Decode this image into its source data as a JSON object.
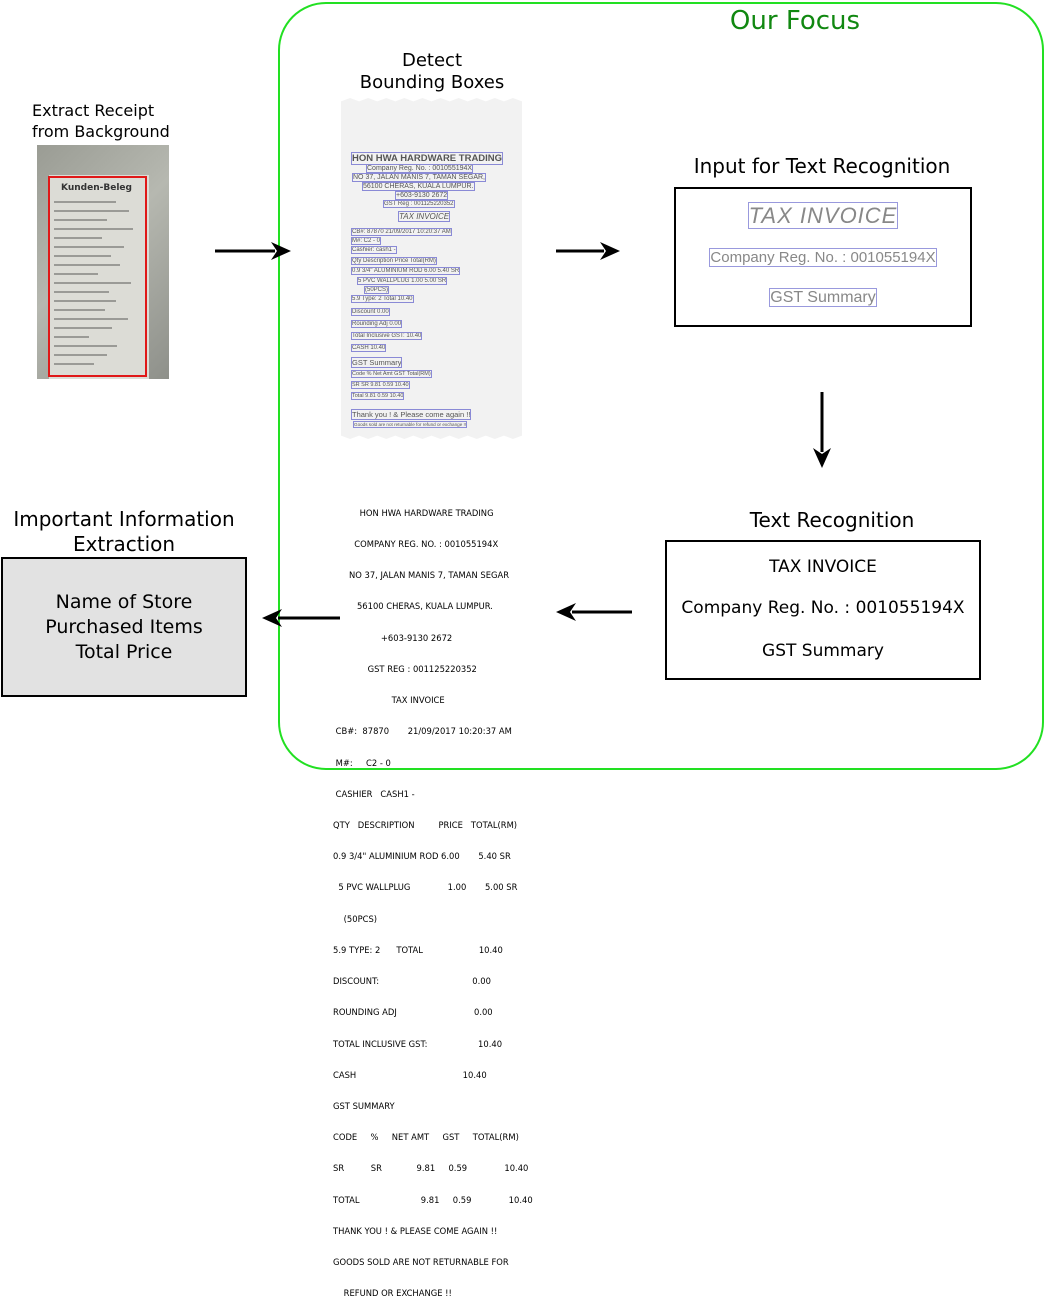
{
  "focus_title": "Our Focus",
  "step_extract_receipt": [
    "Extract Receipt",
    "from Background"
  ],
  "step_detect": [
    "Detect",
    "Bounding Boxes"
  ],
  "step_input_recognition": "Input for Text Recognition",
  "step_text_recognition": "Text Recognition",
  "step_important_info": [
    "Important Information",
    "Extraction"
  ],
  "photo_receipt_title": "Kunden-Beleg",
  "receipt_lines": [
    "HON HWA HARDWARE TRADING",
    "Company Reg. No. : 001055194X",
    "NO 37, JALAN MANIS 7, TAMAN SEGAR,",
    "56100 CHERAS, KUALA LUMPUR.",
    "+603-9130 2672",
    "GST Reg : 001125220352",
    "TAX INVOICE",
    "CB#: 87870   21/09/2017 10:20:37 AM",
    "M#: C2 - 0",
    "Cashier: cash1 -",
    "Qty  Description   Price  Total(RM)",
    "0.9 3/4\" ALUMINIUM ROD  6.00  5.40 SR",
    "5 PVC WALLPLUG  1.00  5.00 SR",
    "(50PCS)",
    "5.9  Type:  2   Total   10.40",
    "Discount  0.00",
    "Rounding Adj  0.00",
    "Total Inclusive GST:  10.40",
    "CASH  10.40",
    "GST Summary",
    "Code  %  Net Amt  GST  Total(RM)",
    "SR  SR  9.81  0.59  10.40",
    "Total  9.81  0.59  10.40",
    "Thank you ! & Please come again !!",
    "Goods sold are not returnable for refund or exchange !!"
  ],
  "crops": [
    "TAX INVOICE",
    "Company Reg. No. : 001055194X",
    "GST Summary"
  ],
  "recognized": [
    "TAX INVOICE",
    "Company Reg. No. : 001055194X",
    "GST Summary"
  ],
  "ocr_output": [
    "          HON HWA HARDWARE TRADING",
    "        COMPANY REG. NO. : 001055194X",
    "      NO 37, JALAN MANIS 7, TAMAN SEGAR",
    "         56100 CHERAS, KUALA LUMPUR.",
    "                  +603-9130 2672",
    "             GST REG : 001125220352",
    "                      TAX INVOICE",
    " CB#:  87870       21/09/2017 10:20:37 AM",
    " M#:     C2 - 0",
    " CASHIER   CASH1 -",
    "QTY   DESCRIPTION         PRICE   TOTAL(RM)",
    "0.9 3/4\" ALUMINIUM ROD 6.00       5.40 SR",
    "  5 PVC WALLPLUG              1.00       5.00 SR",
    "    (50PCS)",
    "5.9 TYPE: 2      TOTAL                     10.40",
    "DISCOUNT:                                   0.00",
    "ROUNDING ADJ                             0.00",
    "TOTAL INCLUSIVE GST:                   10.40",
    "CASH                                        10.40",
    "GST SUMMARY",
    "CODE     %     NET AMT     GST     TOTAL(RM)",
    "SR          SR             9.81     0.59              10.40",
    "TOTAL                       9.81     0.59              10.40",
    "THANK YOU ! & PLEASE COME AGAIN !!",
    "GOODS SOLD ARE NOT RETURNABLE FOR",
    "    REFUND OR EXCHANGE !!"
  ],
  "extraction_items": [
    "Name of Store",
    "Purchased Items",
    "Total Price"
  ],
  "colors": {
    "focus_border": "#22e022",
    "focus_title": "#118811",
    "crop_box": "#e01818",
    "bbox": "#8a8ad6",
    "extract_fill": "#e2e2e2"
  }
}
